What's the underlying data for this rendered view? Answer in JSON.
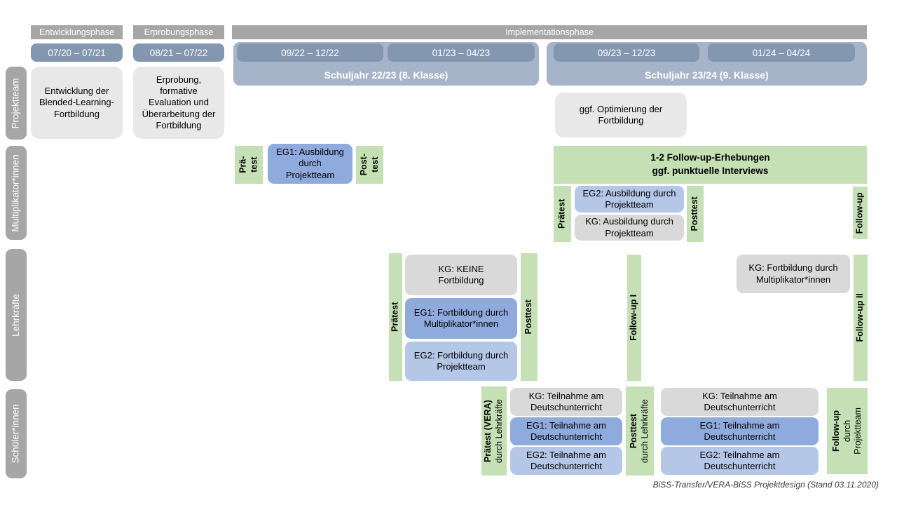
{
  "title_footer": "BiSS-Transfer/VERA-BiSS Projektdesign (Stand 03.11.2020)",
  "colors": {
    "phase_gray": "#A6A6A6",
    "date_blue": "#8497B0",
    "year_container_blue": "#A5B4C8",
    "green": "#C5E0B4",
    "eg1_blue": "#8FAADC",
    "eg2_blue": "#B4C7E7",
    "kg_gray": "#D9D9D9",
    "note_gray": "#E9E8E8",
    "row_label_gray": "#A6A6A6"
  },
  "phases": {
    "entwicklung": "Entwicklungsphase",
    "erprobung": "Erprobungsphase",
    "implementation": "Implementationsphase"
  },
  "dates": {
    "d1": "07/20 – 07/21",
    "d2": "08/21 – 07/22",
    "d3": "09/22 – 12/22",
    "d4": "01/23 – 04/23",
    "d5": "09/23 – 12/23",
    "d6": "01/24 – 04/24"
  },
  "school_years": {
    "sy1": "Schuljahr 22/23 (8. Klasse)",
    "sy2": "Schuljahr 23/24 (9. Klasse)"
  },
  "rows": {
    "projektteam": "Projektteam",
    "multiplikatoren": "Multiplikator*innen",
    "lehrkraefte": "Lehrkräfte",
    "schueler": "Schüler*innen"
  },
  "projektteam": {
    "entwicklung_note": "Entwicklung der Blended-Learning-Fortbildung",
    "erprobung_note": "Erprobung, formative Evaluation und Überarbeitung der Fortbildung",
    "optimierung_note": "ggf. Optimierung der Fortbildung"
  },
  "multiplikatoren": {
    "praetest_line1": "Prä-",
    "praetest_line2": "test",
    "eg1": "EG1: Ausbildung durch Projektteam",
    "posttest_line1": "Post-",
    "posttest_line2": "test",
    "followup_line1": "1-2 Follow-up-Erhebungen",
    "followup_line2": "ggf. punktuelle Interviews",
    "praetest2": "Prätest",
    "eg2": "EG2: Ausbildung durch Projektteam",
    "kg": "KG: Ausbildung durch Projektteam",
    "posttest2": "Posttest",
    "followup_small": "Follow-up"
  },
  "lehrkraefte": {
    "praetest": "Prätest",
    "kg_keine": "KG: KEINE Fortbildung",
    "eg1": "EG1: Fortbildung durch Multiplikator*innen",
    "eg2": "EG2: Fortbildung durch Projektteam",
    "posttest": "Posttest",
    "followup1": "Follow-up I",
    "kg_fortbildung": "KG: Fortbildung durch Multiplikator*innen",
    "followup2": "Follow-up II"
  },
  "schueler": {
    "praetest_line1": "Prätest (VERA)",
    "praetest_line2": "durch Lehrkräfte",
    "kg1": "KG: Teilnahme am Deutschunterricht",
    "eg1a": "EG1: Teilnahme am Deutschunterricht",
    "eg2a": "EG2: Teilnahme am Deutschunterricht",
    "posttest_line1": "Posttest",
    "posttest_line2": "durch Lehrkräfte",
    "kg2": "KG: Teilnahme am Deutschunterricht",
    "eg1b": "EG1: Teilnahme am Deutschunterricht",
    "eg2b": "EG2: Teilnahme am Deutschunterricht",
    "followup_line1": "Follow-up",
    "followup_line2": "durch",
    "followup_line3": "Projektteam"
  }
}
